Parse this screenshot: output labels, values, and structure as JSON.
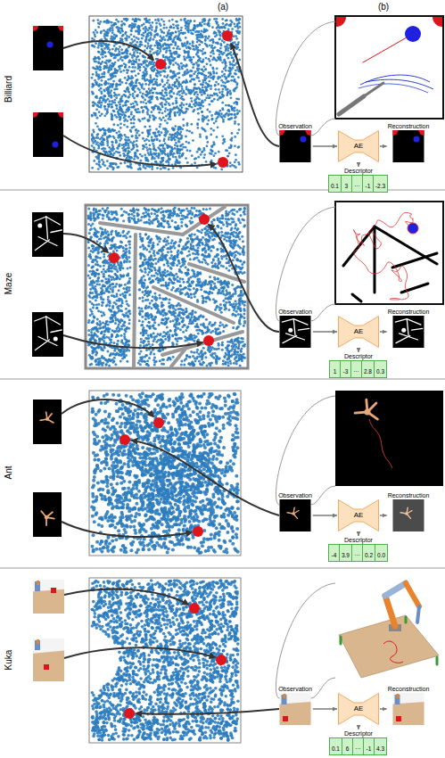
{
  "diagram": {
    "nodes": [
      {
        "text": [
          "Observation"
        ]
      },
      {
        "text": [
          "AE"
        ]
      },
      {
        "text": [
          "Reconstruction"
        ]
      },
      {
        "text": [
          "Descriptor"
        ]
      },
      {
        "text": [
          "0.1"
        ],
        "in": 3
      },
      {
        "text": [
          "3"
        ],
        "in": 3
      },
      {
        "text": [
          "···"
        ],
        "in": 3
      },
      {
        "text": [
          "-1"
        ],
        "in": 3
      },
      {
        "text": [
          "-2.3"
        ],
        "in": 3
      },
      {
        "text": [
          "Observation"
        ]
      },
      {
        "text": [
          "AE"
        ]
      },
      {
        "text": [
          "Reconstruction"
        ]
      },
      {
        "text": [
          "Descriptor"
        ]
      },
      {
        "text": [
          "1"
        ],
        "in": 12
      },
      {
        "text": [
          "-3"
        ],
        "in": 12
      },
      {
        "text": [
          "···"
        ],
        "in": 12
      },
      {
        "text": [
          "2.8"
        ],
        "in": 12
      },
      {
        "text": [
          "0.3"
        ],
        "in": 12
      },
      {
        "text": [
          "Observation"
        ]
      },
      {
        "text": [
          "AE"
        ]
      },
      {
        "text": [
          "Reconstruction"
        ]
      },
      {
        "text": [
          "Descriptor"
        ]
      },
      {
        "text": [
          "-4"
        ],
        "in": 21
      },
      {
        "text": [
          "3.9"
        ],
        "in": 21
      },
      {
        "text": [
          "···"
        ],
        "in": 21
      },
      {
        "text": [
          "0.2"
        ],
        "in": 21
      },
      {
        "text": [
          "0.0"
        ],
        "in": 21
      },
      {
        "text": [
          "Observation"
        ]
      },
      {
        "text": [
          "AE"
        ]
      },
      {
        "text": [
          "Reconstruction"
        ]
      },
      {
        "text": [
          "Descriptor"
        ]
      },
      {
        "text": [
          "0.1"
        ],
        "in": 30
      },
      {
        "text": [
          "6"
        ],
        "in": 30
      },
      {
        "text": [
          "···"
        ],
        "in": 30
      },
      {
        "text": [
          "-1"
        ],
        "in": 30
      },
      {
        "text": [
          "4.3"
        ],
        "in": 30
      }
    ],
    "edges": [
      {
        "from": 0,
        "to": 1,
        "arrow": "to"
      },
      {
        "from": 1,
        "to": 2,
        "arrow": "to"
      },
      {
        "from": 1,
        "to": 3,
        "arrow": "to"
      },
      {
        "from": 9,
        "to": 10,
        "arrow": "to"
      },
      {
        "from": 10,
        "to": 11,
        "arrow": "to"
      },
      {
        "from": 10,
        "to": 12,
        "arrow": "to"
      },
      {
        "from": 18,
        "to": 19,
        "arrow": "to"
      },
      {
        "from": 19,
        "to": 20,
        "arrow": "to"
      },
      {
        "from": 19,
        "to": 21,
        "arrow": "to"
      },
      {
        "from": 27,
        "to": 28,
        "arrow": "to"
      },
      {
        "from": 28,
        "to": 29,
        "arrow": "to"
      },
      {
        "from": 28,
        "to": 30,
        "arrow": "to"
      }
    ],
    "labels": [
      "(a)",
      "(b)",
      "Billiard",
      "Maze",
      "Ant",
      "Kuka"
    ]
  }
}
